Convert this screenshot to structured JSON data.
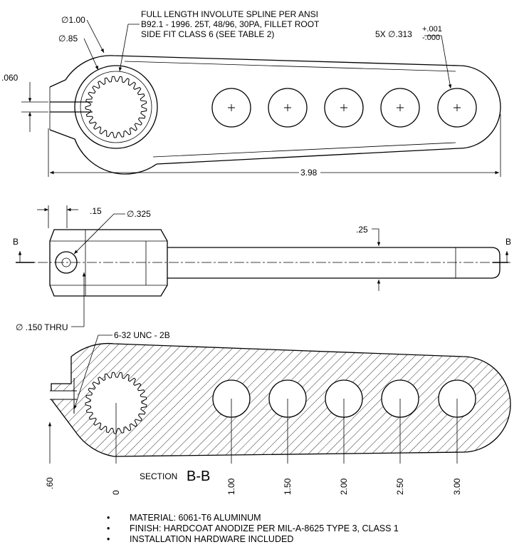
{
  "top_view": {
    "dia_outer": "1.00",
    "dia_inner": ".85",
    "spline_note_1": "FULL LENGTH INVOLUTE SPLINE PER ANSI",
    "spline_note_2": "B92.1 - 1996. 25T, 48/96, 30PA, FILLET ROOT",
    "spline_note_3": "SIDE FIT CLASS 6 (SEE TABLE 2)",
    "hole_qty": "5X",
    "hole_dia": ".313",
    "tol_plus": "+.001",
    "tol_minus": "-.000",
    "slot_gap": ".060",
    "overall_length": "3.98"
  },
  "side_view": {
    "offset": ".15",
    "pin_dia": ".325",
    "thickness": ".25",
    "section_mark_left": "B",
    "section_mark_right": "B",
    "thru_hole": ".150 THRU"
  },
  "section_view": {
    "thread": "6-32 UNC - 2B",
    "section_label": "SECTION",
    "section_id": "B-B",
    "ordinates": [
      ".60",
      "0",
      "1.00",
      "1.50",
      "2.00",
      "2.50",
      "3.00"
    ]
  },
  "symbols": {
    "diameter": "∅",
    "bullet": "•"
  },
  "notes": [
    "MATERIAL: 6061-T6 ALUMINUM",
    "FINISH: HARDCOAT ANODIZE PER MIL-A-8625 TYPE 3, CLASS 1",
    "INSTALLATION HARDWARE INCLUDED"
  ]
}
